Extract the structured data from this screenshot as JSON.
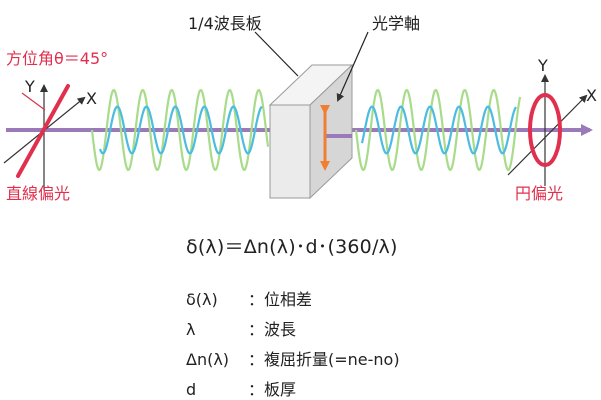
{
  "colors": {
    "red": "#e0304e",
    "beam": "#9a7ab8",
    "green_wave": "#a8dc8a",
    "blue_wave": "#4cbce0",
    "plate_front": "#ebebeb",
    "plate_side": "#d6d6d6",
    "plate_top": "#f4f4f4",
    "optic_axis": "#f08030",
    "axis": "#333333"
  },
  "labels": {
    "plate": "1/4波長板",
    "optic_axis": "光学軸",
    "azimuth": "方位角θ＝45°",
    "linear": "直線偏光",
    "circular": "円偏光",
    "x_left": "X",
    "y_left": "Y",
    "x_right": "X",
    "y_right": "Y"
  },
  "formula": "δ(λ)＝Δn(λ)･d･(360/λ)",
  "legend": [
    {
      "term": "δ(λ)",
      "desc": "：位相差"
    },
    {
      "term": "λ",
      "desc": "：波長"
    },
    {
      "term": "Δn(λ)",
      "desc": "：複屈折量(=ne-no)"
    },
    {
      "term": "d",
      "desc": "：板厚"
    }
  ]
}
